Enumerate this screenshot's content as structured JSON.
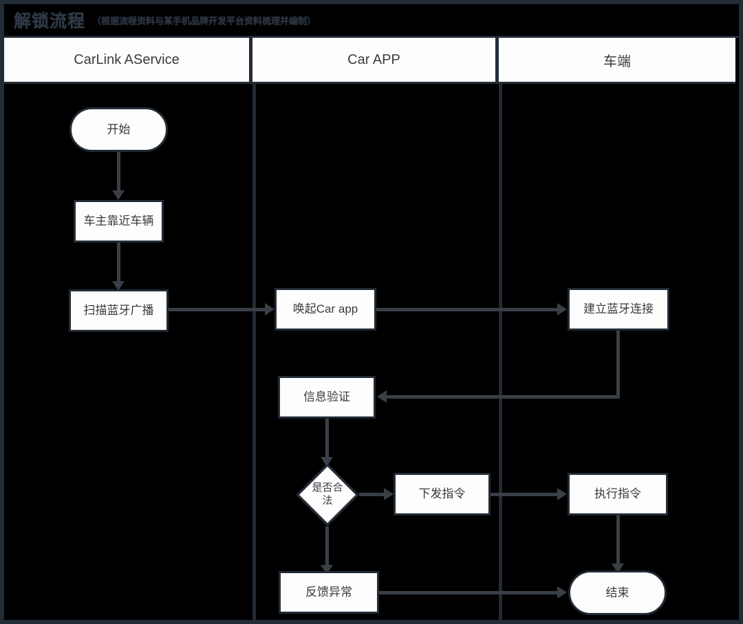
{
  "title": {
    "main": "解锁流程",
    "subtitle": "（根据流程资料与某手机品牌开发平台资料梳理并编制）"
  },
  "lanes": [
    {
      "id": "carlink-aservice",
      "label": "CarLink AService"
    },
    {
      "id": "car-app",
      "label": "Car APP"
    },
    {
      "id": "vehicle",
      "label": "车端"
    }
  ],
  "nodes": {
    "start": {
      "label": "开始",
      "shape": "terminator",
      "lane": "carlink-aservice"
    },
    "approach": {
      "label": "车主靠近车辆",
      "shape": "process",
      "lane": "carlink-aservice"
    },
    "scan_ble": {
      "label": "扫描蓝牙广播",
      "shape": "process",
      "lane": "carlink-aservice"
    },
    "wake_app": {
      "label": "唤起Car app",
      "shape": "process",
      "lane": "car-app"
    },
    "verify_info": {
      "label": "信息验证",
      "shape": "process",
      "lane": "car-app"
    },
    "is_legal": {
      "label": "是否合法",
      "shape": "decision",
      "lane": "car-app"
    },
    "send_cmd": {
      "label": "下发指令",
      "shape": "process",
      "lane": "car-app"
    },
    "feedback_error": {
      "label": "反馈异常",
      "shape": "process",
      "lane": "car-app"
    },
    "ble_connect": {
      "label": "建立蓝牙连接",
      "shape": "process",
      "lane": "vehicle"
    },
    "exec_cmd": {
      "label": "执行指令",
      "shape": "process",
      "lane": "vehicle"
    },
    "end": {
      "label": "结束",
      "shape": "terminator",
      "lane": "vehicle"
    }
  },
  "edges": [
    {
      "from": "start",
      "to": "approach",
      "direction": "down"
    },
    {
      "from": "approach",
      "to": "scan_ble",
      "direction": "down"
    },
    {
      "from": "scan_ble",
      "to": "wake_app",
      "direction": "right"
    },
    {
      "from": "wake_app",
      "to": "ble_connect",
      "direction": "right"
    },
    {
      "from": "ble_connect",
      "to": "verify_info",
      "direction": "left"
    },
    {
      "from": "verify_info",
      "to": "is_legal",
      "direction": "down"
    },
    {
      "from": "is_legal",
      "to": "send_cmd",
      "direction": "right"
    },
    {
      "from": "is_legal",
      "to": "feedback_error",
      "direction": "down"
    },
    {
      "from": "send_cmd",
      "to": "exec_cmd",
      "direction": "right"
    },
    {
      "from": "exec_cmd",
      "to": "end",
      "direction": "down"
    },
    {
      "from": "feedback_error",
      "to": "end",
      "direction": "right"
    }
  ],
  "colors": {
    "background": "#000000",
    "frame": "#222b36",
    "node_fill": "#fdfdfd",
    "node_stroke": "#222b36",
    "connector": "#3a3f47",
    "lane_header_fill": "#fdfdfd",
    "text": "#3a3a3a"
  }
}
